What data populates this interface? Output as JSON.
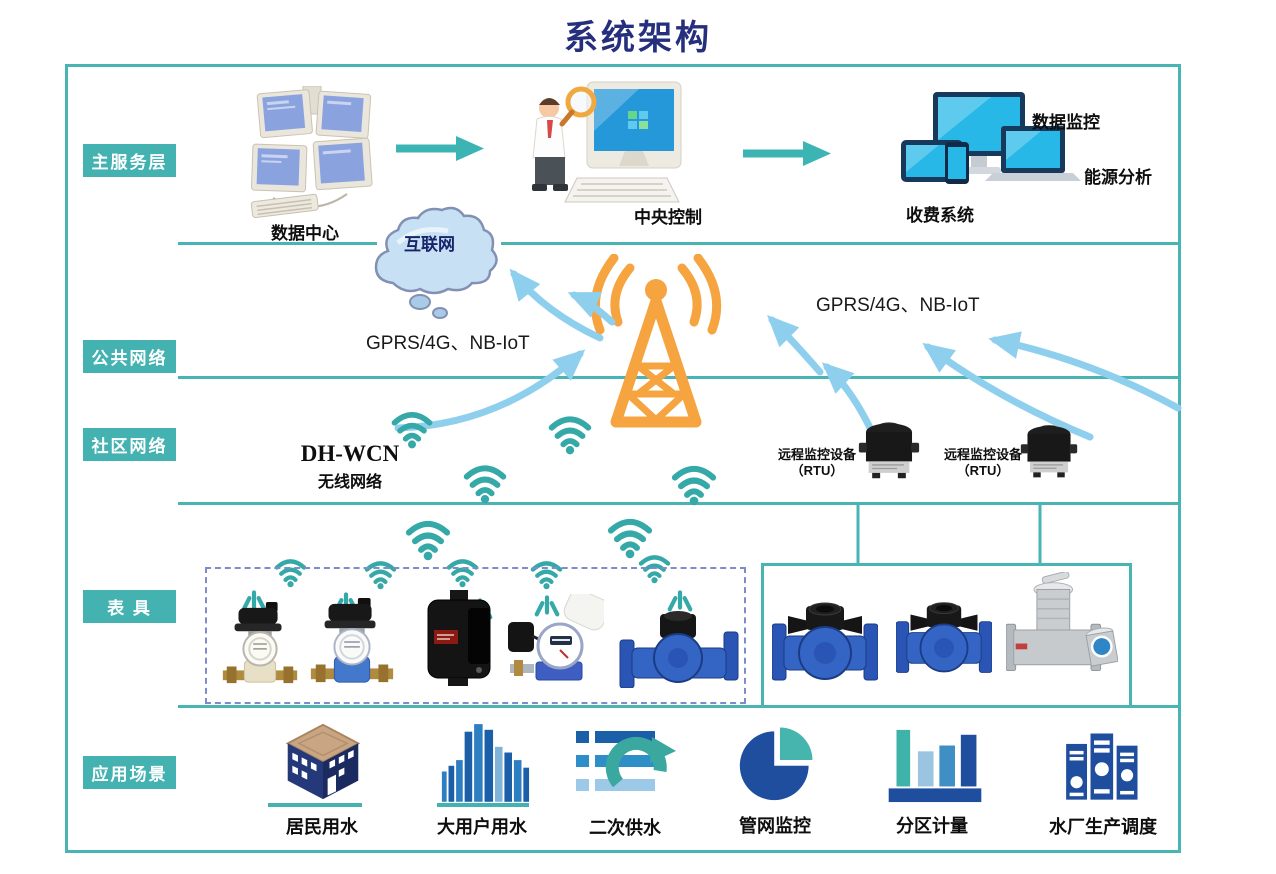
{
  "title": "系统架构",
  "layers": [
    {
      "label": "主服务层"
    },
    {
      "label": "公共网络"
    },
    {
      "label": "社区网络"
    },
    {
      "label": "表 具"
    },
    {
      "label": "应用场景"
    }
  ],
  "server_layer": {
    "data_center": "数据中心",
    "central_control": "中央控制",
    "billing_system": "收费系统",
    "data_monitoring": "数据监控",
    "energy_analysis": "能源分析"
  },
  "network": {
    "internet": "互联网",
    "gprs": "GPRS/4G、NB-IoT",
    "dh_wcn": "DH-WCN",
    "wireless_network": "无线网络",
    "rtu_name": "远程监控设备",
    "rtu_abbr": "（RTU）"
  },
  "applications": [
    {
      "label": "居民用水",
      "icon": "building-icon"
    },
    {
      "label": "大用户用水",
      "icon": "skyscraper-icon"
    },
    {
      "label": "二次供水",
      "icon": "secondary-supply-icon"
    },
    {
      "label": "管网监控",
      "icon": "pie-chart-icon"
    },
    {
      "label": "分区计量",
      "icon": "bar-chart-icon"
    },
    {
      "label": "水厂生产调度",
      "icon": "books-icon"
    }
  ],
  "colors": {
    "teal": "#45B2B2",
    "navy_title": "#252F7D",
    "orange_tower": "#F5A440",
    "arrow_light_blue": "#8FCFEE",
    "icon_dark_blue": "#1F4E9E",
    "icon_mid_blue": "#3F8FC5",
    "icon_light_blue": "#9BC4E0",
    "screen_cyan": "#28B8E8"
  }
}
